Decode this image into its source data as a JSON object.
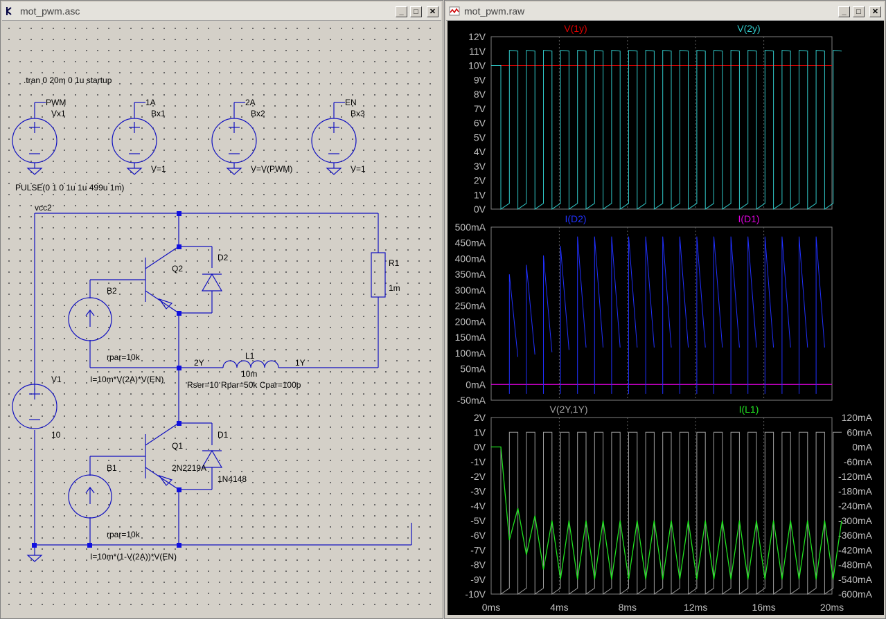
{
  "schematic": {
    "title": "mot_pwm.asc",
    "directive": ".tran 0 20m 0 1u startup",
    "sources": [
      {
        "net": "PWM",
        "name": "Vx1",
        "value": ""
      },
      {
        "net": "1A",
        "name": "Bx1",
        "value": "V=1"
      },
      {
        "net": "2A",
        "name": "Bx2",
        "value": "V=V(PWM)"
      },
      {
        "net": "EN",
        "name": "Bx3",
        "value": "V=1"
      }
    ],
    "pulse": "PULSE(0 1 0 1u 1u 499u 1m)",
    "vcc": "vcc2",
    "r1": {
      "name": "R1",
      "value": "1m"
    },
    "q2": "Q2",
    "d2": "D2",
    "b2": {
      "name": "B2",
      "rpar": "rpar=10k",
      "expr": "I=10m*V(2A)*V(EN)"
    },
    "n2y": "2Y",
    "n1y": "1Y",
    "l1": {
      "name": "L1",
      "value": "10m",
      "params": "Rser=10 Rpar=50k Cpar=100p"
    },
    "v1": {
      "name": "V1",
      "value": "10"
    },
    "q1": {
      "name": "Q1",
      "model": "2N2219A"
    },
    "d1": {
      "name": "D1",
      "model": "1N4148"
    },
    "b1": {
      "name": "B1",
      "rpar": "rpar=10k",
      "expr": "I=10m*(1-V(2A))*V(EN)"
    }
  },
  "waveform": {
    "title": "mot_pwm.raw",
    "panes": [
      {
        "traces": [
          {
            "label": "V(1y)",
            "color": "#e00000"
          },
          {
            "label": "V(2y)",
            "color": "#30c8c8"
          }
        ],
        "yticks": [
          "12V",
          "11V",
          "10V",
          "9V",
          "8V",
          "7V",
          "6V",
          "5V",
          "4V",
          "3V",
          "2V",
          "1V",
          "0V"
        ]
      },
      {
        "traces": [
          {
            "label": "I(D2)",
            "color": "#2030ff"
          },
          {
            "label": "I(D1)",
            "color": "#e000e0"
          }
        ],
        "yticks": [
          "500mA",
          "450mA",
          "400mA",
          "350mA",
          "300mA",
          "250mA",
          "200mA",
          "150mA",
          "100mA",
          "50mA",
          "0mA",
          "-50mA"
        ]
      },
      {
        "traces": [
          {
            "label": "V(2Y,1Y)",
            "color": "#a0a0a0"
          },
          {
            "label": "I(L1)",
            "color": "#20e020"
          }
        ],
        "yticks": [
          "2V",
          "1V",
          "0V",
          "-1V",
          "-2V",
          "-3V",
          "-4V",
          "-5V",
          "-6V",
          "-7V",
          "-8V",
          "-9V",
          "-10V"
        ],
        "yticks_right": [
          "120mA",
          "60mA",
          "0mA",
          "-60mA",
          "-120mA",
          "-180mA",
          "-240mA",
          "-300mA",
          "-360mA",
          "-420mA",
          "-480mA",
          "-540mA",
          "-600mA"
        ]
      }
    ],
    "xticks": [
      "0ms",
      "4ms",
      "8ms",
      "12ms",
      "16ms",
      "20ms"
    ]
  }
}
